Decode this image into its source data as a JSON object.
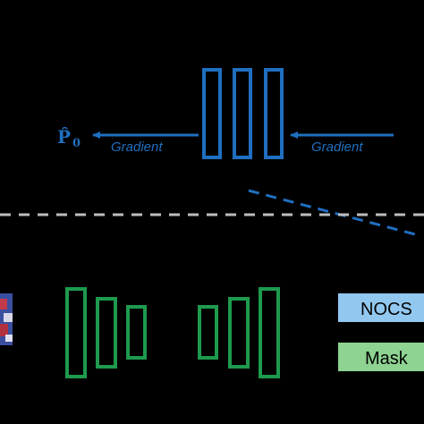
{
  "diagram": {
    "top_section": {
      "output_symbol": "P̂",
      "output_subscript": "0",
      "left_arrow_label": "Gradient",
      "right_arrow_label": "Gradient"
    },
    "bottom_section": {
      "nocs_label": "NOCS",
      "mask_label": "Mask"
    }
  },
  "colors": {
    "background": "#000000",
    "blue": "#1f6fc0",
    "green": "#1e9a4e",
    "divider": "#bdbdbd",
    "nocs_fill": "#92c8f0",
    "mask_fill": "#8ed391"
  }
}
